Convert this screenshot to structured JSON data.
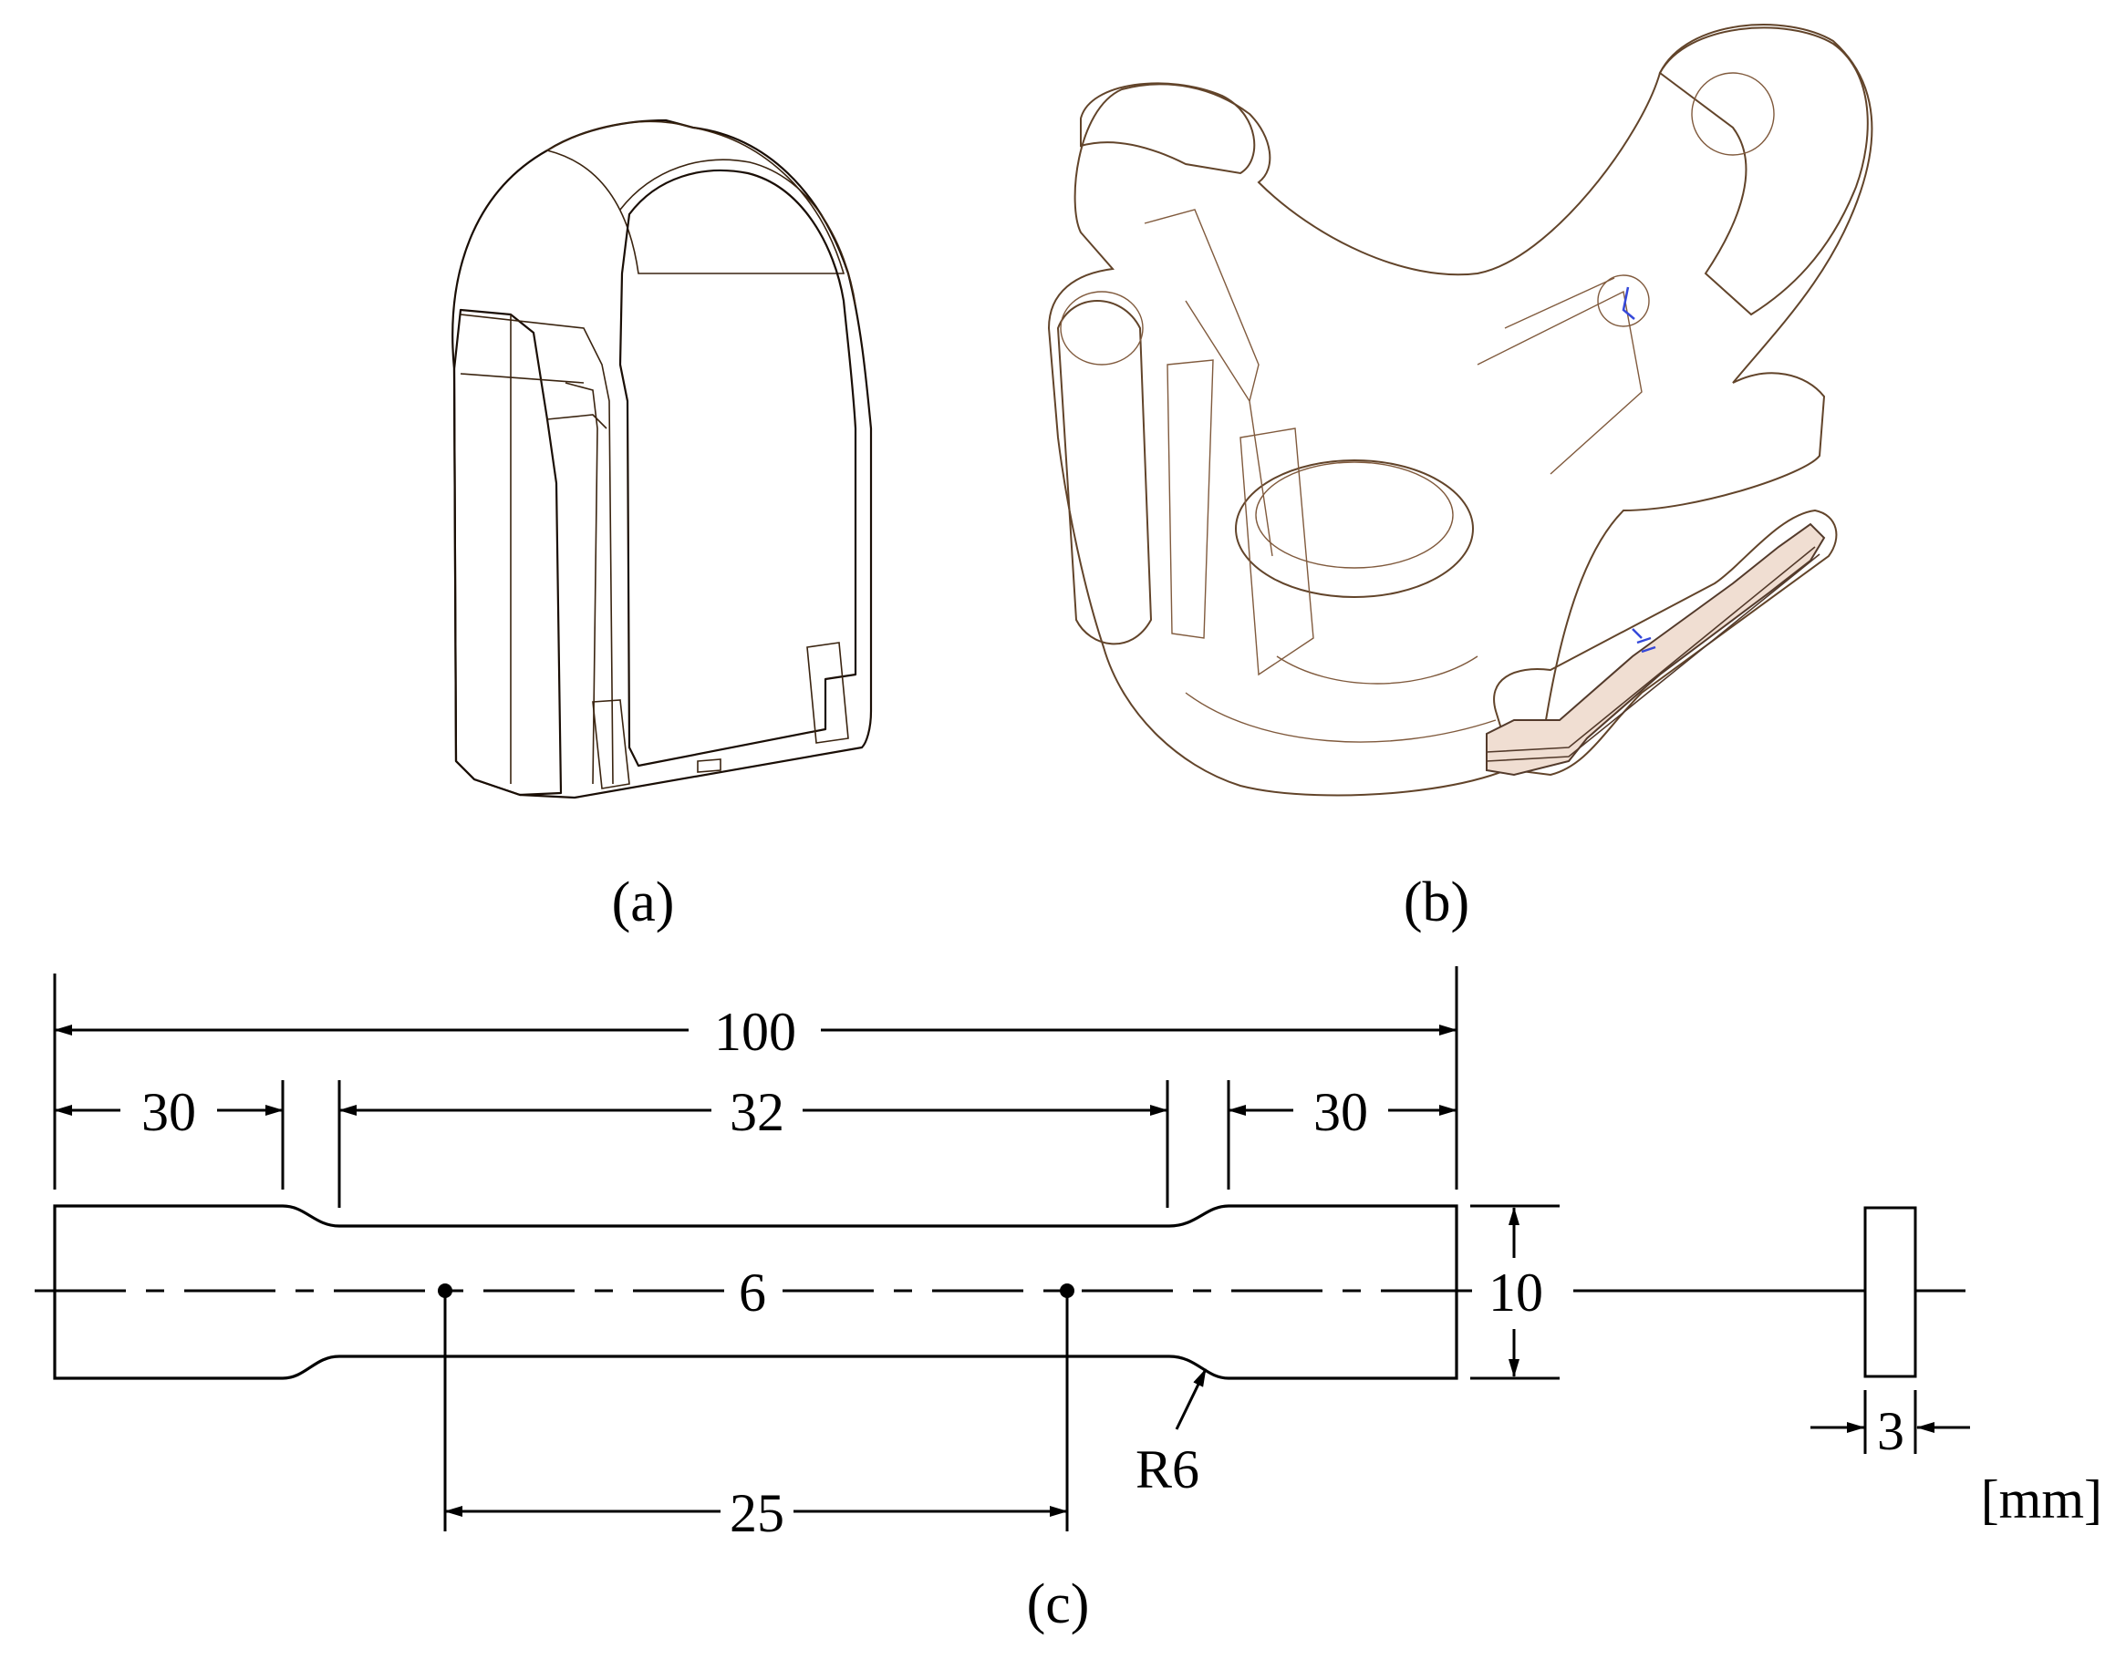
{
  "captions": {
    "a": "(a)",
    "b": "(b)",
    "c": "(c)"
  },
  "colors": {
    "solid_face": "#f2870e",
    "solid_dark": "#a24a06",
    "transparent_body": "#f5c79a",
    "specimen": "#f0ddd0"
  },
  "drawing": {
    "overall_length": "100",
    "grip_left": "30",
    "grip_right": "30",
    "parallel_length": "32",
    "gauge_length": "25",
    "gauge_width": "6",
    "grip_width": "10",
    "fillet_radius": "R6",
    "thickness": "3",
    "unit": "[mm]"
  }
}
